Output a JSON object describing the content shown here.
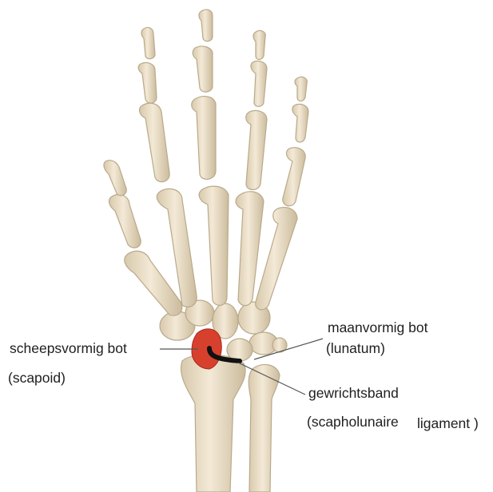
{
  "labels": {
    "scaphoid_line1": "scheepsvormig bot",
    "scaphoid_line2": "(scapoid)",
    "lunate_line1": "maanvormig bot",
    "lunate_line2": "(lunatum)",
    "ligament_line1": "gewrichtsband",
    "ligament_line2a": "(scapholunaire",
    "ligament_line2b": "ligament )"
  },
  "colors": {
    "bone_fill": "#e9dcc3",
    "bone_stroke": "#b9a98a",
    "scaphoid_highlight": "#d8402e",
    "ligament": "#111111",
    "leader_line": "#555555",
    "text": "#1f1f1f"
  }
}
